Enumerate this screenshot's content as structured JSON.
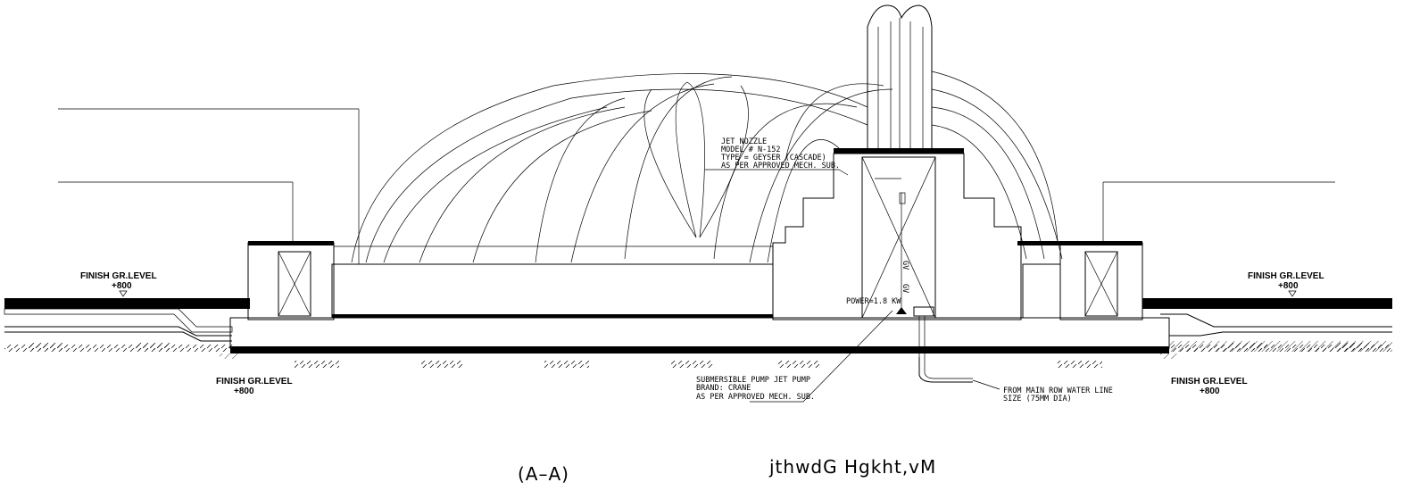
{
  "drawing": {
    "labels": {
      "finish_level_left_top": "FINISH GR.LEVEL",
      "finish_level_left_top_value": "+800",
      "finish_level_right_top": "FINISH GR.LEVEL",
      "finish_level_right_top_value": "+800",
      "finish_level_left_bottom": "FINISH GR.LEVEL",
      "finish_level_left_bottom_value": "+800",
      "finish_level_right_bottom": "FINISH GR.LEVEL",
      "finish_level_right_bottom_value": "+800",
      "jet_nozzle_1": "JET NOZZLE",
      "jet_nozzle_2": "MODEL # N-152",
      "jet_nozzle_3": "TYPE = GEYSER (CASCADE)",
      "jet_nozzle_4": "AS PER APPROVED MECH. SUB.",
      "power": "POWER=1.8 KW",
      "pump_1": "SUBMERSIBLE PUMP JET PUMP",
      "pump_2": "BRAND: CRANE",
      "pump_3": "AS PER APPROVED MECH. SUB.",
      "main_line_1": "FROM MAIN ROW WATER LINE",
      "main_line_2": "SIZE (75MM DIA)",
      "pipe_tag_1": "GV",
      "pipe_tag_2": "GV",
      "section_title": "(A–A)",
      "garbled_title": "jthwdG Hgkht,vM"
    }
  }
}
